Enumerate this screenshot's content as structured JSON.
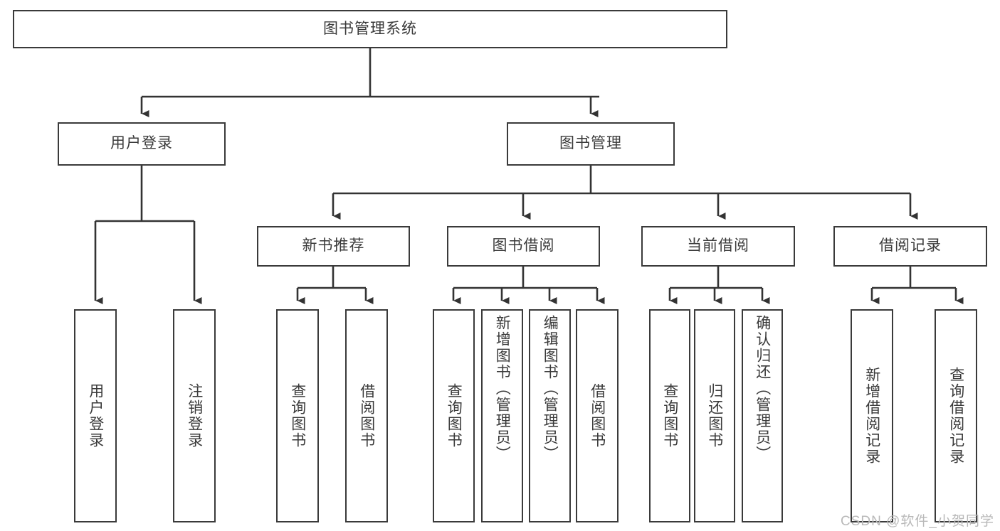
{
  "diagram": {
    "type": "tree-hierarchy-chart",
    "title": "图书管理系统",
    "watermark": "CSDN @软件_小贺同学",
    "colors": {
      "box_border": "#3a3a3a",
      "box_fill": "#ffffff",
      "connector": "#333333",
      "text": "#3a3a3a",
      "watermark": "#b9b9b9"
    },
    "nodes": {
      "root": {
        "label": "图书管理系统"
      },
      "level2": [
        {
          "label": "用户登录"
        },
        {
          "label": "图书管理"
        }
      ],
      "level3": [
        {
          "label": "新书推荐"
        },
        {
          "label": "图书借阅"
        },
        {
          "label": "当前借阅"
        },
        {
          "label": "借阅记录"
        }
      ],
      "leaves": [
        {
          "label": "用户登录",
          "parent": "用户登录"
        },
        {
          "label": "注销登录",
          "parent": "用户登录"
        },
        {
          "label": "查询图书",
          "parent": "新书推荐"
        },
        {
          "label": "借阅图书",
          "parent": "新书推荐"
        },
        {
          "label": "查询图书",
          "parent": "图书借阅"
        },
        {
          "label": "新增图书（管理员）",
          "parent": "图书借阅"
        },
        {
          "label": "编辑图书（管理员）",
          "parent": "图书借阅"
        },
        {
          "label": "借阅图书",
          "parent": "图书借阅"
        },
        {
          "label": "查询图书",
          "parent": "当前借阅"
        },
        {
          "label": "归还图书",
          "parent": "当前借阅"
        },
        {
          "label": "确认归还（管理员）",
          "parent": "当前借阅"
        },
        {
          "label": "新增借阅记录",
          "parent": "借阅记录"
        },
        {
          "label": "查询借阅记录",
          "parent": "借阅记录"
        }
      ]
    }
  }
}
